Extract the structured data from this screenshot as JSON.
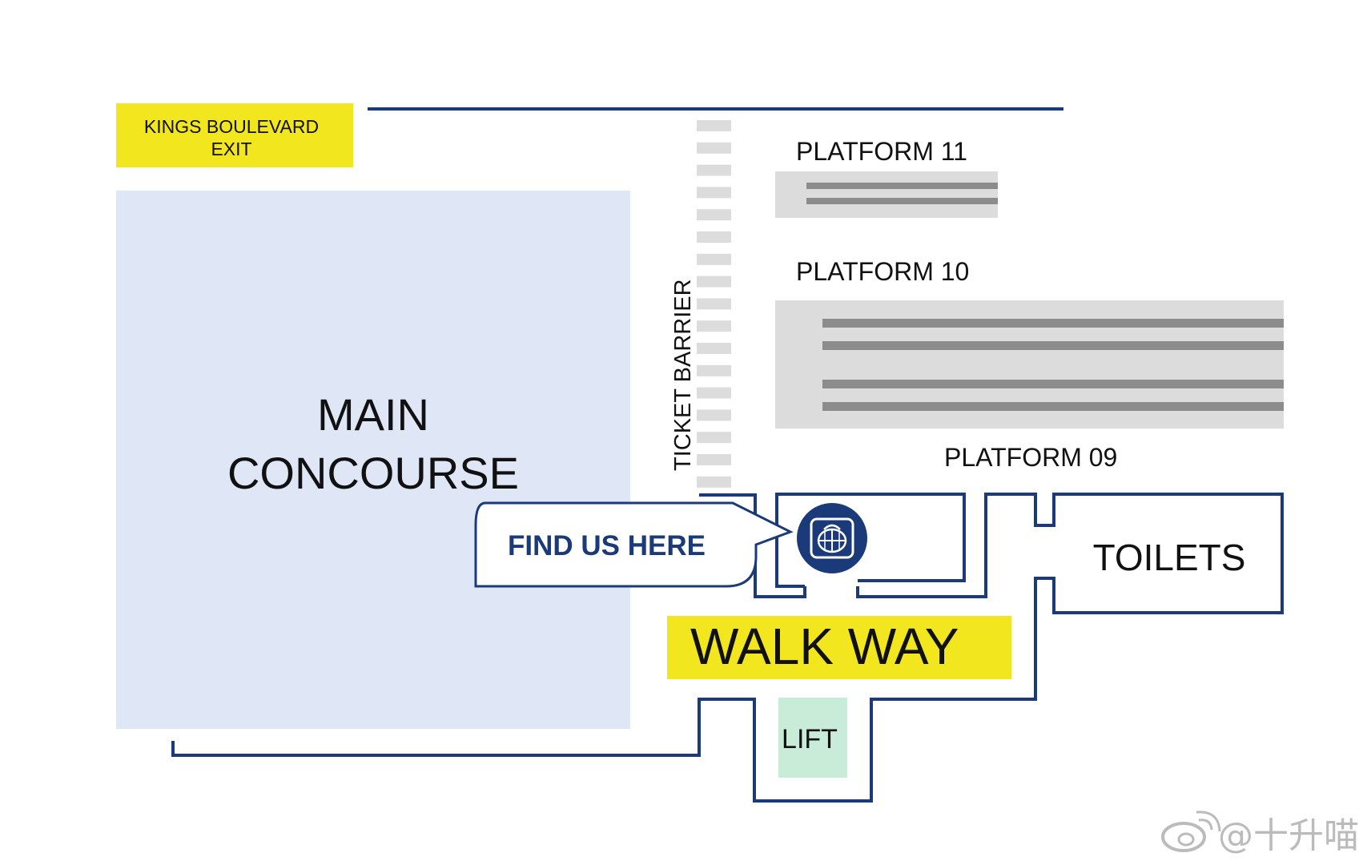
{
  "exit": {
    "label_line1": "KINGS BOULEVARD",
    "label_line2": "EXIT"
  },
  "concourse": {
    "label_line1": "MAIN",
    "label_line2": "CONCOURSE"
  },
  "barrier": {
    "label": "TICKET BARRIER"
  },
  "platforms": [
    {
      "label": "PLATFORM 11"
    },
    {
      "label": "PLATFORM 10"
    },
    {
      "label": "PLATFORM 09"
    }
  ],
  "callout": {
    "label": "FIND US HERE"
  },
  "toilets": {
    "label": "TOILETS"
  },
  "walkway": {
    "label": "WALK WAY"
  },
  "lift": {
    "label": "LIFT"
  },
  "watermark": {
    "text": "@十升喵",
    "logo": "weibo-logo"
  },
  "colors": {
    "wall": "#1b3a7a",
    "highlight": "#f2e61e",
    "concourse": "#dfe6f5",
    "platform": "#dcdcdc",
    "track": "#8c8c8c",
    "lift": "#c8ecd7",
    "pin": "#1b3a7a"
  }
}
